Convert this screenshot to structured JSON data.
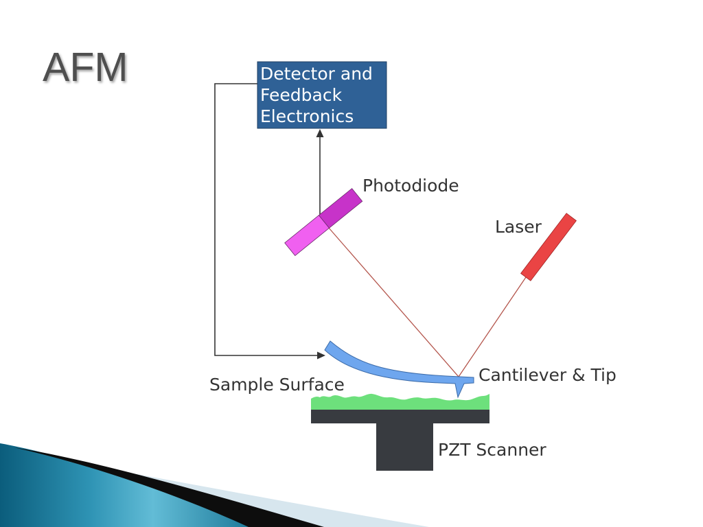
{
  "slide": {
    "title": "AFM"
  },
  "diagram": {
    "detector_box": {
      "lines": [
        "Detector and",
        "Feedback",
        "Electronics"
      ]
    },
    "labels": {
      "photodiode": "Photodiode",
      "laser": "Laser",
      "cantilever": "Cantilever & Tip",
      "sample_surface": "Sample Surface",
      "pzt_scanner": "PZT Scanner"
    },
    "colors": {
      "detector_box_fill": "#2f6196",
      "photodiode_light": "#f060f0",
      "photodiode_dark": "#c733c9",
      "laser_fill": "#ea4444",
      "beam": "#b4564d",
      "cantilever_fill": "#6ea6ee",
      "sample_fill": "#6de07c",
      "scanner_fill": "#383b40"
    }
  }
}
